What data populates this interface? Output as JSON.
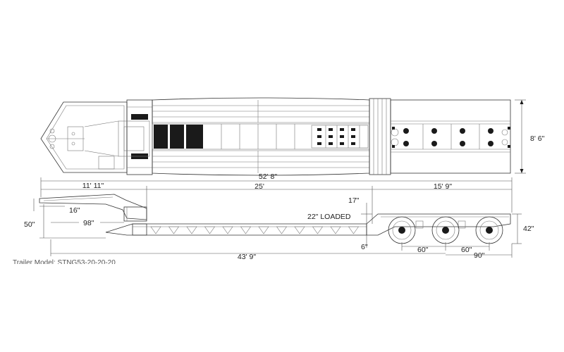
{
  "drawing": {
    "top_view": {
      "overall_width": "8' 6\""
    },
    "side_view": {
      "overall_length": "52' 8\"",
      "gooseneck_length": "11' 11\"",
      "deck_length": "25'",
      "rear_section_length": "15' 9\"",
      "overall_length_lower": "43' 9\"",
      "gooseneck_clearance": "16\"",
      "front_height": "50\"",
      "kingpin_setting": "98\"",
      "rear_deck_drop": "17\"",
      "loaded_deck_height": "22\" LOADED",
      "ground_clearance": "6\"",
      "rear_deck_height": "42\"",
      "axle_spread_1": "60\"",
      "axle_spread_2": "60\"",
      "rear_overhang": "90\""
    },
    "caption": "Trailer Model: STNG53-20-20-20"
  }
}
